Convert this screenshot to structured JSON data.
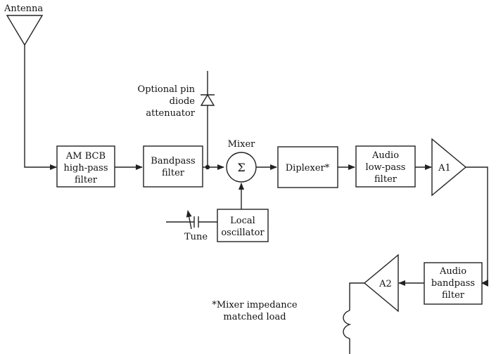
{
  "diagram": {
    "antenna_label": "Antenna",
    "blocks": {
      "highpass": [
        "AM BCB",
        "high-pass",
        "filter"
      ],
      "bandpass": [
        "Bandpass",
        "filter"
      ],
      "mixer_label": "Mixer",
      "mixer_symbol": "Σ",
      "diplexer": "Diplexer*",
      "audio_lowpass": [
        "Audio",
        "low-pass",
        "filter"
      ],
      "a1": "A1",
      "local_osc": [
        "Local",
        "oscillator"
      ],
      "audio_bandpass": [
        "Audio",
        "bandpass",
        "filter"
      ],
      "a2": "A2"
    },
    "pin_diode_label": [
      "Optional pin",
      "diode",
      "attenuator"
    ],
    "tune_label": "Tune",
    "footnote": [
      "*Mixer impedance",
      "matched load"
    ]
  }
}
